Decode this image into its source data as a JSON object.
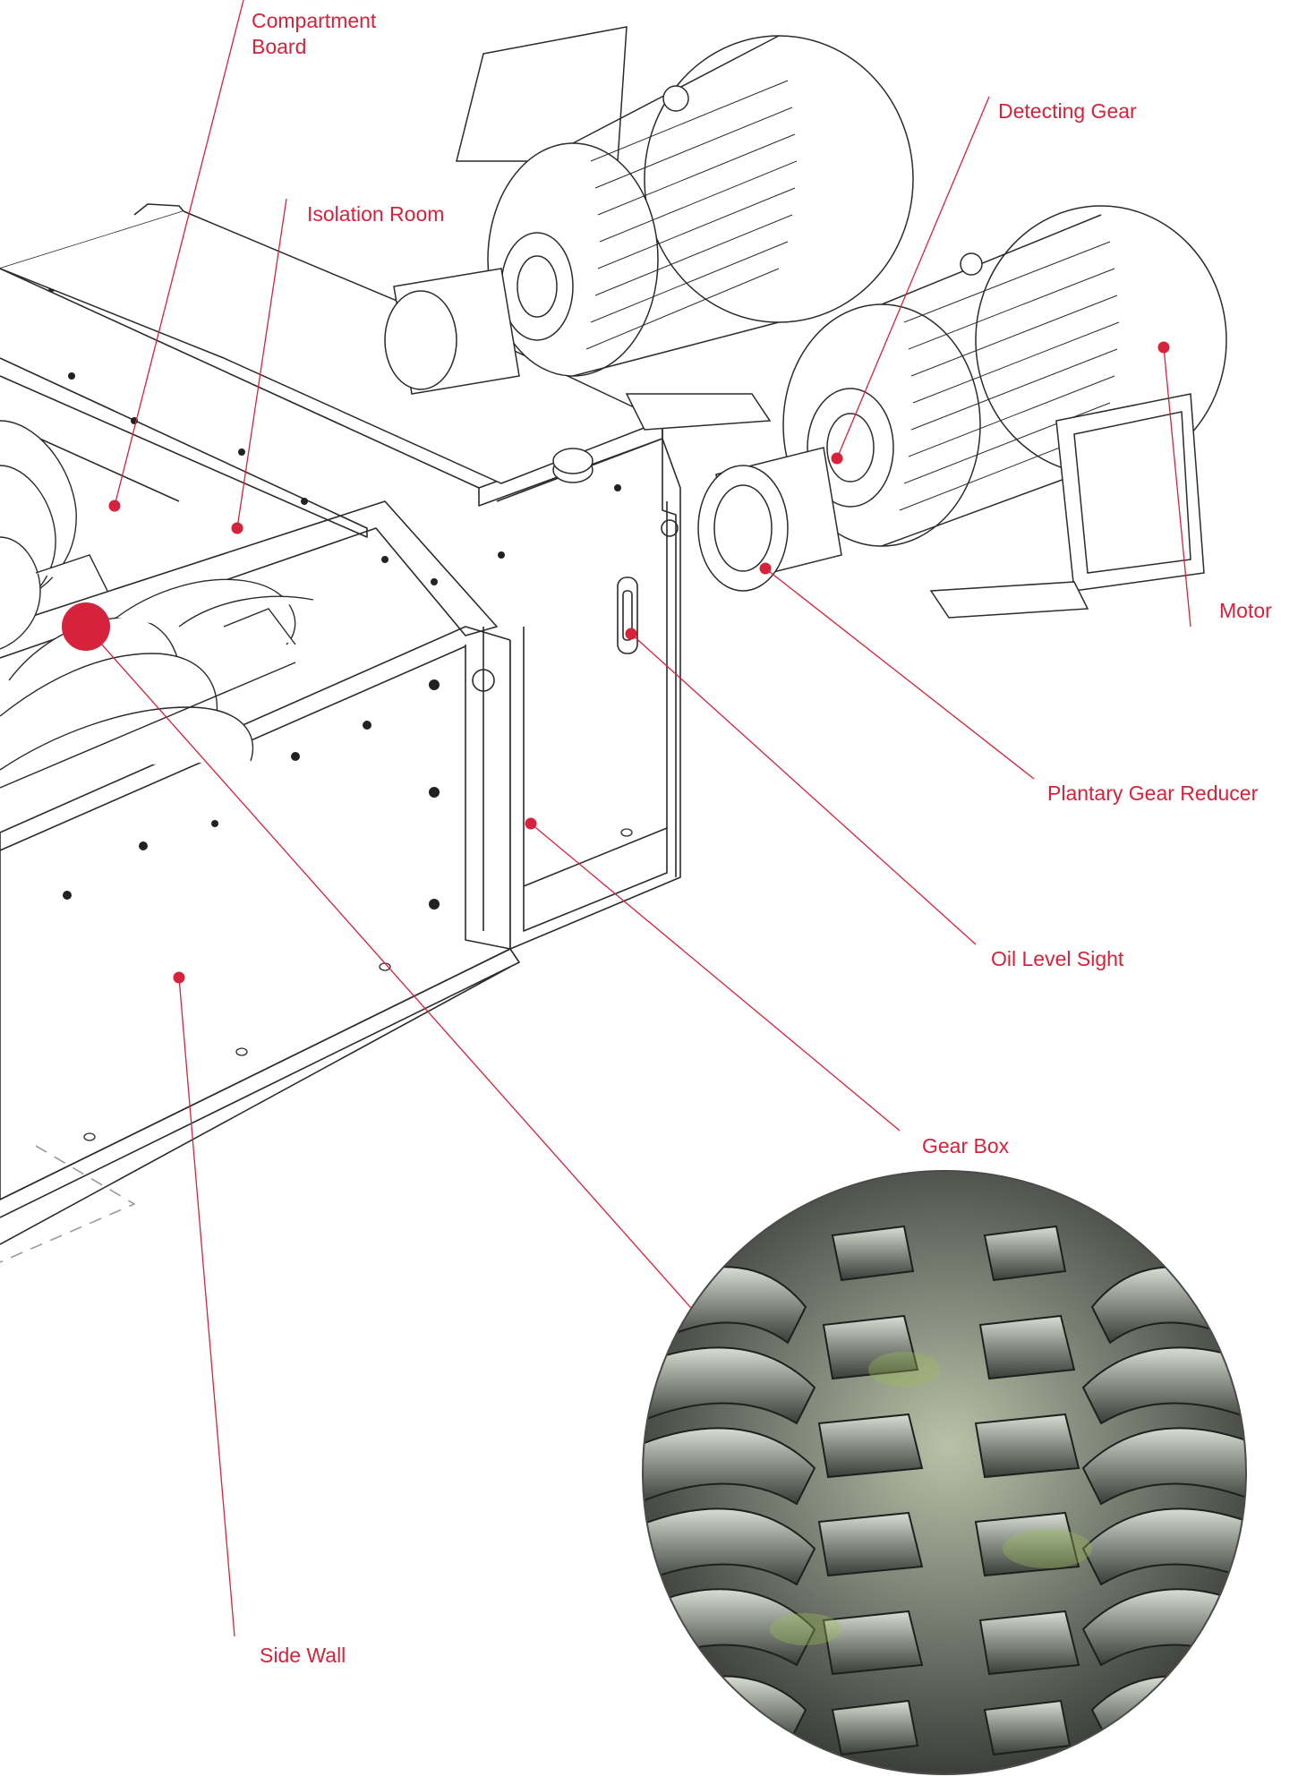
{
  "colors": {
    "accent": "#d6223a",
    "line": "#2b2b2b",
    "paper": "#ffffff"
  },
  "labels": {
    "compartment_board": [
      "Compartment",
      "Board"
    ],
    "isolation_room": "Isolation Room",
    "detecting_gear": "Detecting Gear",
    "motor": "Motor",
    "planetary_gear_reducer": "Plantary Gear Reducer",
    "oil_level_sight": "Oil Level Sight",
    "gear_box": "Gear Box",
    "side_wall": "Side Wall"
  },
  "inset": {
    "icon": "shredder-blades-photo"
  }
}
